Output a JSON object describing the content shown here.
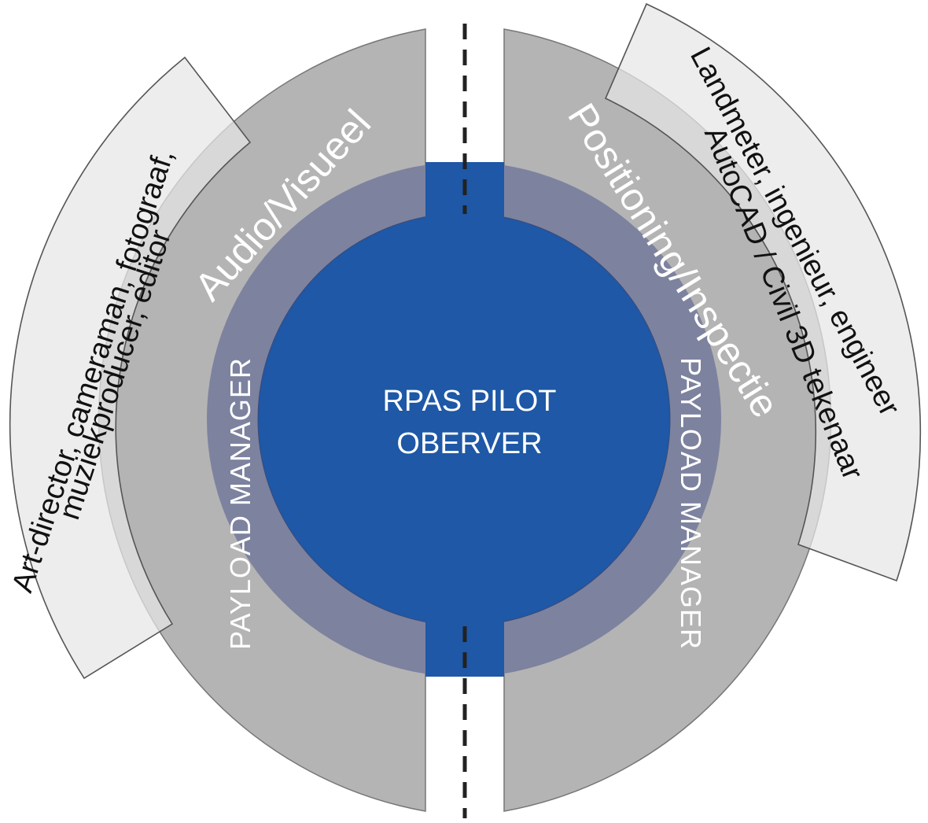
{
  "center": {
    "line1": "RPAS PILOT",
    "line2": "OBERVER"
  },
  "ring_labels": {
    "left": "PAYLOAD MANAGER",
    "right": "PAYLOAD MANAGER"
  },
  "domains": {
    "left": "Audio/Visueel",
    "right": "Positioning/Inspectie"
  },
  "roles": {
    "left": {
      "line1": "Art-director, cameraman, fotograaf,",
      "line2": "muziekproducer, editor"
    },
    "right": {
      "line1": "Landmeter, ingenieur, engineer",
      "line2": "AutoCAD  / Civil 3D tekenaar"
    }
  },
  "colors": {
    "core": "#1e58a6",
    "ring": "#7d829f",
    "segment": "#b4b4b4",
    "role_band": "#e6e6e6",
    "divider": "#222222"
  }
}
